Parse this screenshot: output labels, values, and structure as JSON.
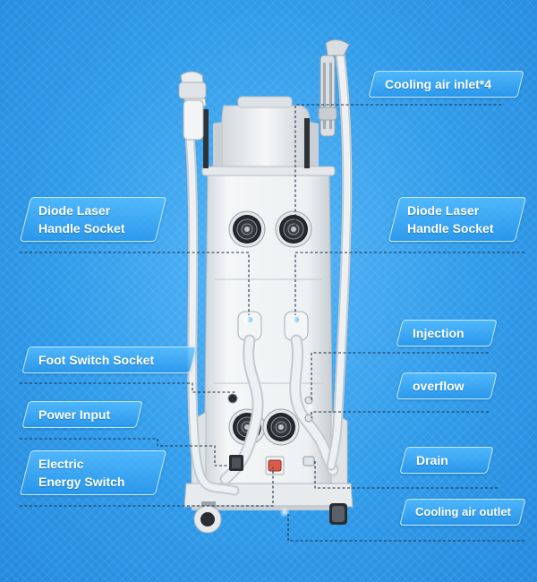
{
  "labels": {
    "cooling_air_inlet": "Cooling air inlet*4",
    "diode_socket_left": "Diode Laser\nHandle Socket",
    "diode_socket_right": "Diode Laser\nHandle Socket",
    "injection": "Injection",
    "foot_switch_socket": "Foot Switch Socket",
    "overflow": "overflow",
    "power_input": "Power Input",
    "electric_energy_switch": "Electric\nEnergy Switch",
    "drain": "Drain",
    "cooling_air_outlet": "Cooling air outlet"
  },
  "colors": {
    "background": "#3aa2ec",
    "label_border": "#cdeeff",
    "machine_body": "#e9edf0",
    "leader_line": "#1d2f44"
  }
}
